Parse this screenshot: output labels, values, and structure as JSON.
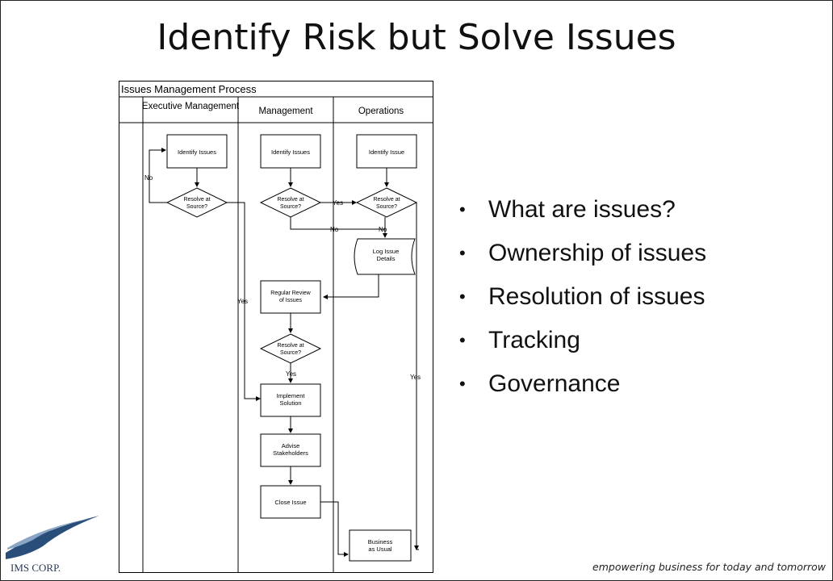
{
  "slide": {
    "title": "Identify Risk but Solve Issues"
  },
  "diagram": {
    "title": "Issues Management Process",
    "lanes": [
      "Executive Management",
      "Management",
      "Operations"
    ],
    "nodes": {
      "exec_identify": "Identify Issues",
      "exec_resolve": "Resolve at Source?",
      "mgmt_identify": "Identify Issues",
      "mgmt_resolve": "Resolve at Source?",
      "ops_identify": "Identify Issue",
      "ops_resolve": "Resolve at Source?",
      "ops_log": "Log Issue Details",
      "mgmt_review": "Regular Review of Issues",
      "mgmt_resolve2": "Resolve at Source?",
      "mgmt_implement": "Implement Solution",
      "mgmt_advise": "Advise Stakeholders",
      "mgmt_close": "Close Issue",
      "ops_bau": "Business as Usual"
    },
    "edge_labels": {
      "exec_no": "No",
      "exec_yes": "Yes",
      "mgmt_yes": "Yes",
      "mgmt_no": "No",
      "ops_no": "No",
      "ops_yes": "Yes",
      "mgmt2_yes": "Yes"
    }
  },
  "bullets": [
    "What are issues?",
    "Ownership of issues",
    "Resolution of issues",
    "Tracking",
    "Governance"
  ],
  "logo": {
    "text": "IMS CORP.",
    "icon": "wave-icon"
  },
  "footer": {
    "tagline": "empowering business for today and tomorrow"
  }
}
